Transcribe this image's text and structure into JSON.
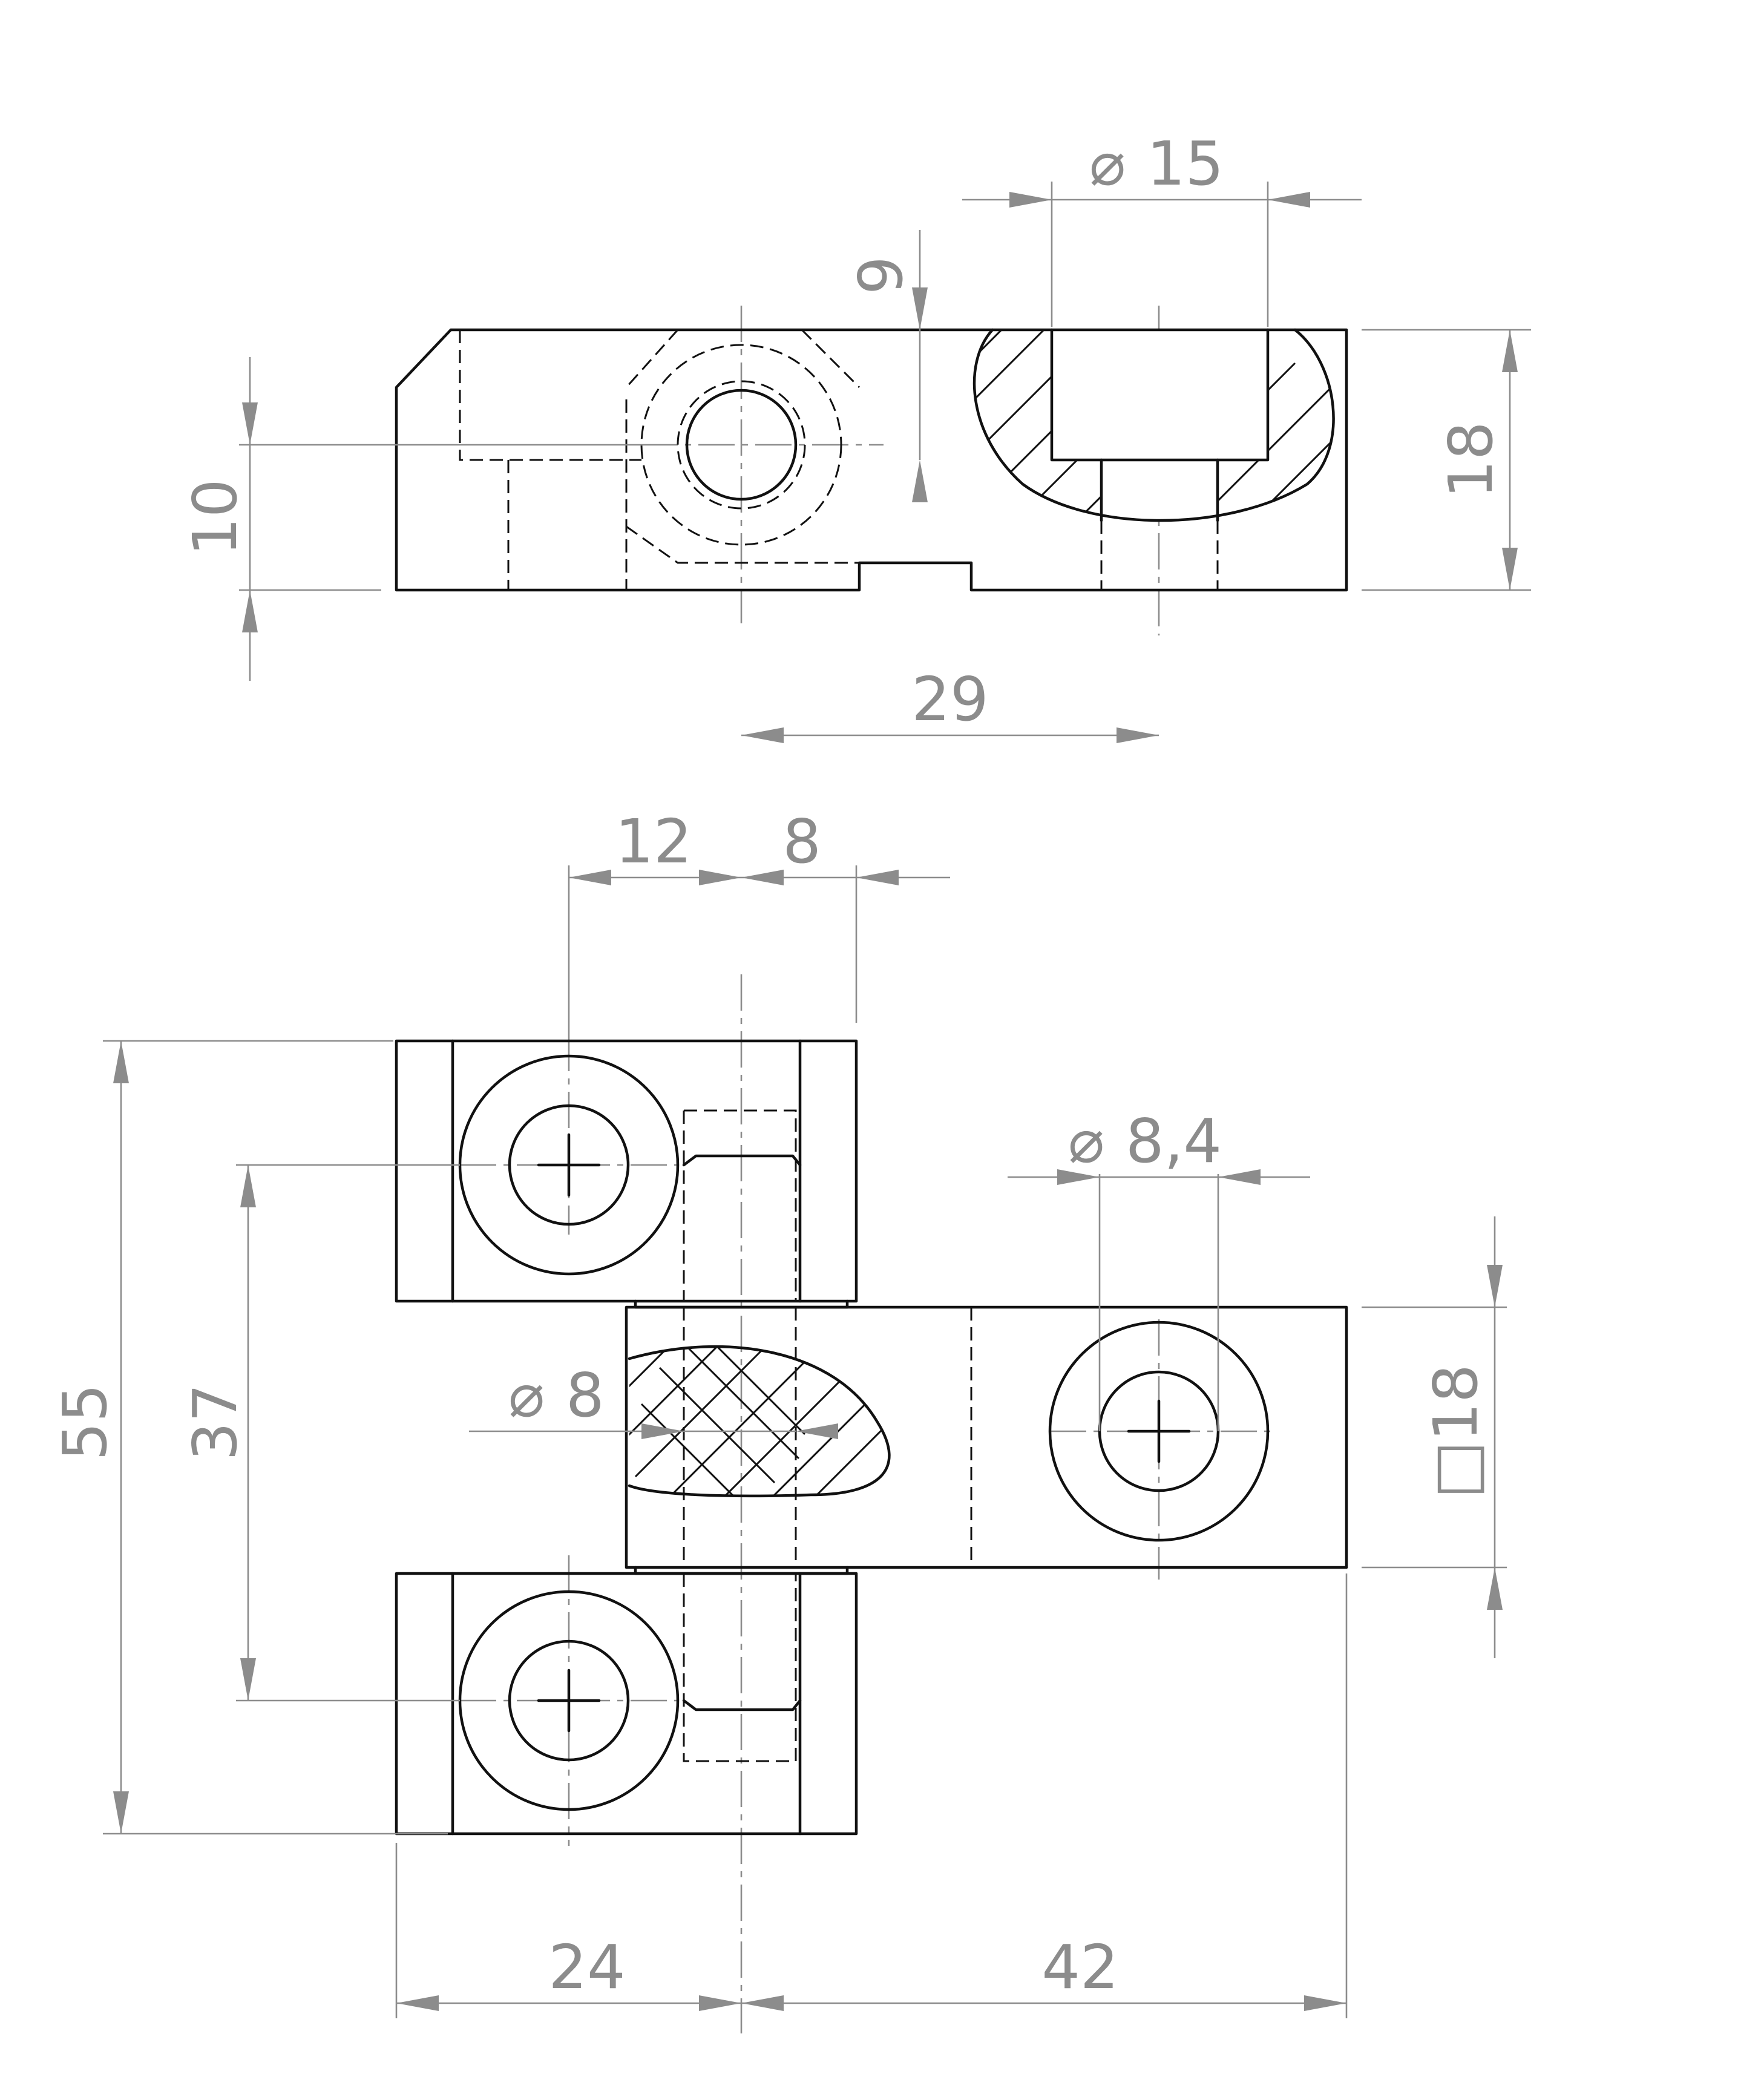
{
  "dimensions": {
    "top_view": {
      "hole_diameter": "15",
      "counterbore_depth": "9",
      "height": "18",
      "axis_height": "10",
      "axis_offset": "29"
    },
    "front_view": {
      "offset_left": "12",
      "offset_right": "8",
      "bore_diameter": "8,4",
      "pin_diameter": "8",
      "square_section": "18",
      "overall_height": "55",
      "hole_spacing": "37",
      "left_width": "24",
      "right_width": "42"
    }
  },
  "symbols": {
    "diameter": "⌀",
    "square": "□"
  }
}
